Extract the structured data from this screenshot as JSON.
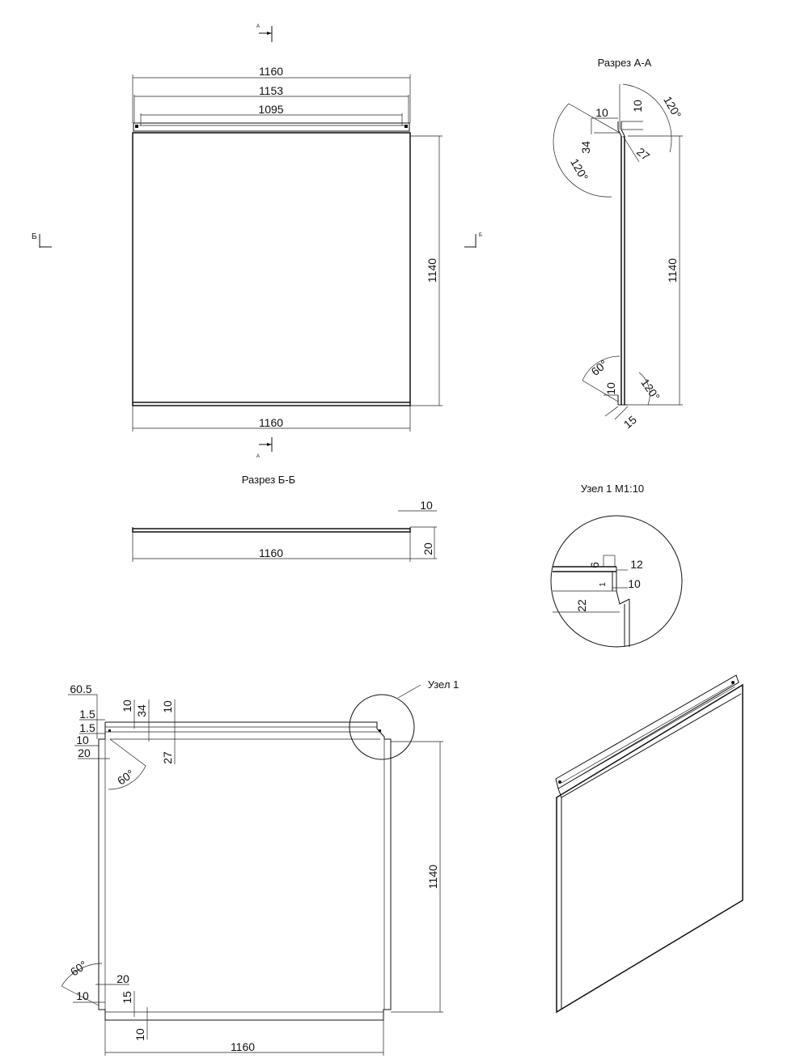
{
  "section_marks": {
    "a_top": "А",
    "a_bottom": "А",
    "b_left": "Б",
    "b_right": "Б"
  },
  "front_view": {
    "dim_top_overall": "1160",
    "dim_top_mid": "1153",
    "dim_top_inner": "1095",
    "dim_height": "1140",
    "dim_bottom": "1160"
  },
  "section_aa": {
    "title": "Разрез А-А",
    "dim_top_w": "10",
    "dim_top_h": "10",
    "dim_flange": "34",
    "dim_offset": "27",
    "angle_top_right": "120°",
    "angle_top_left": "120°",
    "dim_height": "1140",
    "angle_bottom_left": "60°",
    "angle_bottom_right": "120°",
    "dim_bottom_w": "10",
    "dim_bottom_flange": "15"
  },
  "section_bb": {
    "title": "Разрез Б-Б",
    "dim_lip": "10",
    "dim_width": "1160",
    "dim_depth": "20"
  },
  "detail_1": {
    "title": "Узел 1 М1:10",
    "dim_a": "6",
    "dim_b": "12",
    "dim_c": "10",
    "dim_d": "22",
    "dim_e": "1"
  },
  "flat_pattern": {
    "callout": "Узел 1",
    "dim_605": "60.5",
    "dim_15a": "1.5",
    "dim_15b": "1.5",
    "dim_10_left": "10",
    "dim_20_left": "20",
    "dim_10_top": "10",
    "dim_34_top": "34",
    "dim_10_top2": "10",
    "dim_27": "27",
    "angle_top": "60°",
    "dim_height": "1140",
    "angle_bottom": "60°",
    "dim_20_bottom": "20",
    "dim_10_bottom_left": "10",
    "dim_15_bottom": "15",
    "dim_10_bottom": "10",
    "dim_width": "1160"
  }
}
